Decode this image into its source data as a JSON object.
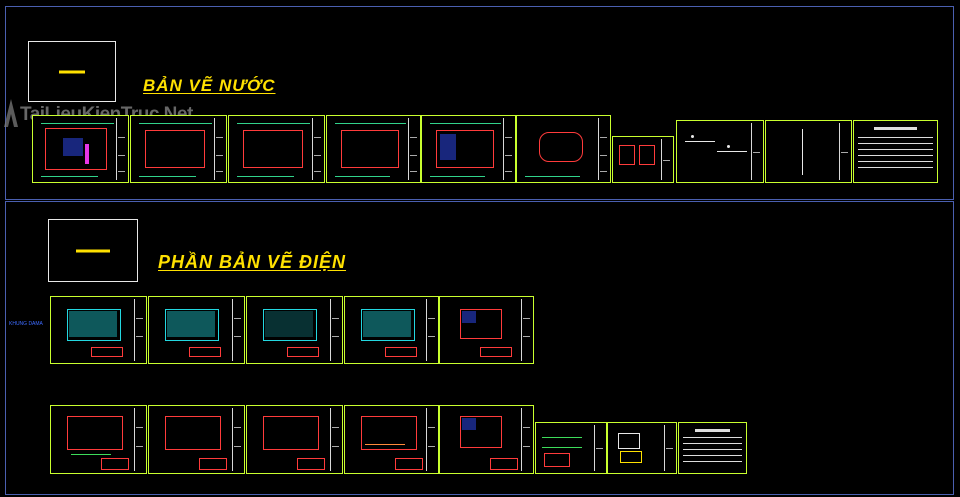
{
  "sections": {
    "water": {
      "title": "BẢN VẼ NƯỚC"
    },
    "electric": {
      "title": "PHẦN BẢN VẼ ĐIỆN"
    }
  },
  "watermark": "TaiLieuKienTruc.Net",
  "side_label": "KHUNG DAMA",
  "colors": {
    "background": "#000000",
    "section_frame": "#4a5fb0",
    "sheet_border": "#c9ff2e",
    "title_yellow": "#ffe100",
    "wall_red": "#ff3b3b",
    "dim_green": "#31d38b",
    "hatch_cyan": "#1aa0a6"
  },
  "icons": [
    "watermark-logo-icon"
  ]
}
